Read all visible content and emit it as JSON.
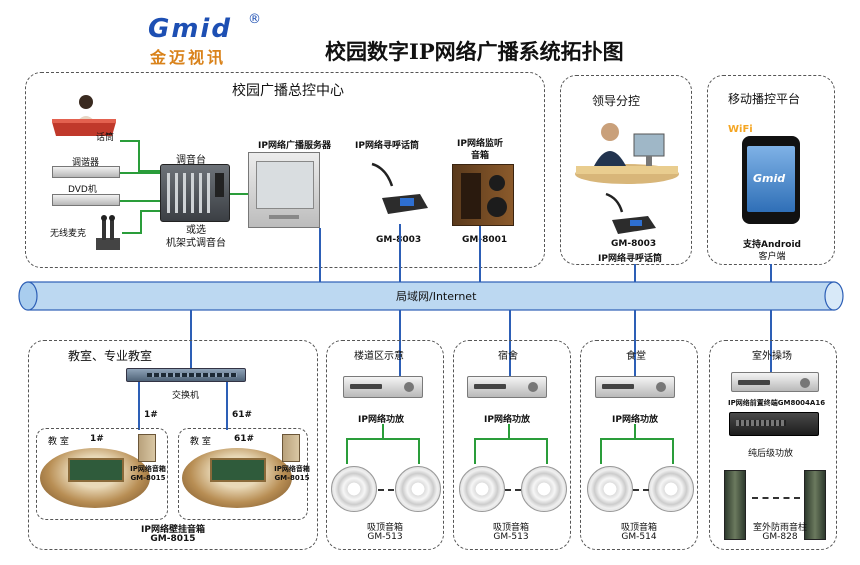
{
  "logo": {
    "text": "Gmid",
    "registered": "®",
    "chinese": "金迈视讯"
  },
  "title": "校园数字IP网络广播系统拓扑图",
  "zones": {
    "control_center": "校园广播总控中心",
    "leader": "领导分控",
    "mobile": "移动播控平台",
    "classroom": "教室、专业教室",
    "corridor": "楼道区示意",
    "dorm": "宿舍",
    "canteen": "食堂",
    "outdoor": "室外操场"
  },
  "control": {
    "mic": "话筒",
    "tuner": "调谐器",
    "dvd": "DVD机",
    "wireless_mic": "无线麦克",
    "mixer": "调音台",
    "mixer_alt": "或选\n机架式调音台",
    "server": "IP网络广播服务器",
    "paging_label": "IP网络寻呼话筒",
    "paging_model": "GM-8003",
    "monitor_label": "IP网络监听\n音箱",
    "monitor_model": "GM-8001"
  },
  "leader": {
    "model": "GM-8003",
    "label": "IP网络寻呼话筒"
  },
  "mobile": {
    "wifi": "WiFi",
    "phone_brand": "Gmid",
    "support": "支持Android",
    "client": "客户端"
  },
  "network": {
    "label": "局域网/Internet"
  },
  "classroom": {
    "switch": "交换机",
    "port1": "1#",
    "port61": "61#",
    "room_label": "教  室",
    "room1_no": "1#",
    "room2_no": "61#",
    "speaker_label": "IP网络音箱",
    "speaker_model": "GM-8015",
    "wall_label": "IP网络壁挂音箱",
    "wall_model": "GM-8015"
  },
  "corridor": {
    "amp": "IP网络功放",
    "spk_label": "吸顶音箱",
    "spk_model": "GM-513"
  },
  "dorm": {
    "amp": "IP网络功放",
    "spk_label": "吸顶音箱",
    "spk_model": "GM-513"
  },
  "canteen": {
    "amp": "IP网络功放",
    "spk_label": "吸顶音箱",
    "spk_model": "GM-514"
  },
  "outdoor": {
    "terminal": "IP网络前置终端GM8004A16",
    "rear_amp": "纯后级功放",
    "column_label": "室外防雨音柱",
    "column_model": "GM-828"
  }
}
